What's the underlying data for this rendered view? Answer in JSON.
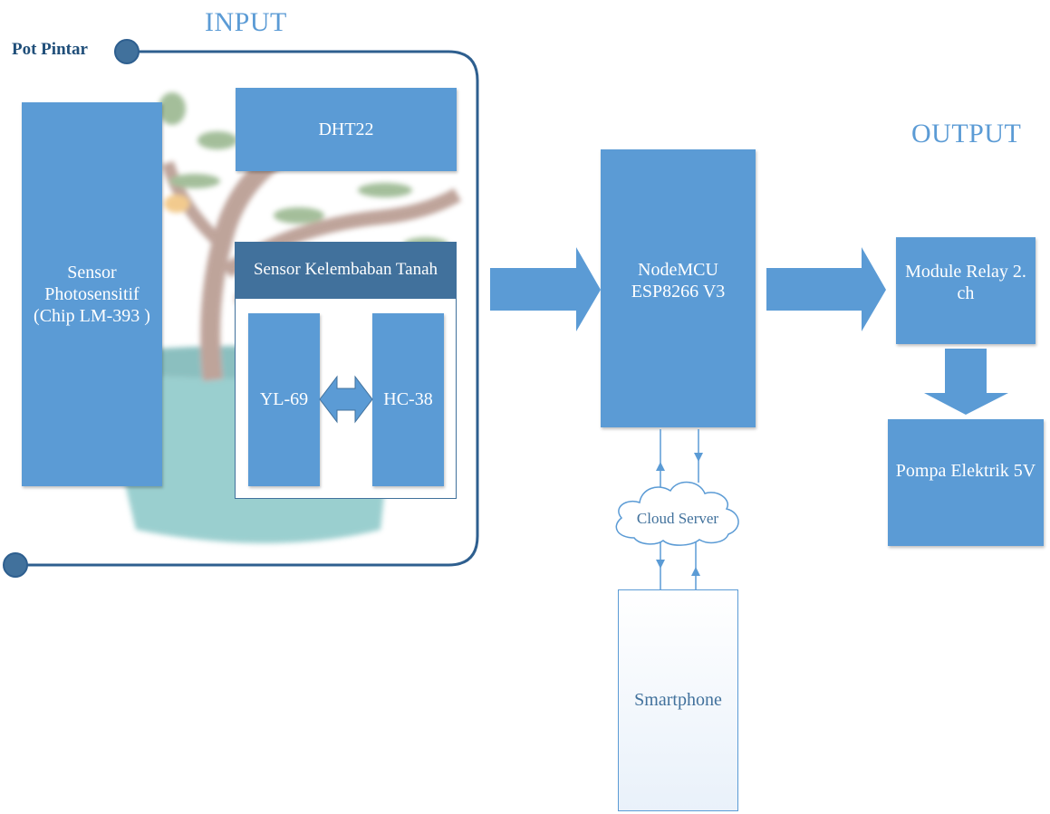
{
  "headings": {
    "input": "INPUT",
    "output": "OUTPUT"
  },
  "pot": {
    "label": "Pot Pintar"
  },
  "blocks": {
    "photosensor": "Sensor Photosensitif (Chip LM-393 )",
    "dht22": "DHT22",
    "soil_sensor_title": "Sensor Kelembaban Tanah",
    "yl69": "YL-69",
    "hc38": "HC-38",
    "nodemcu": "NodeMCU ESP8266 V3",
    "relay": "Module Relay 2. ch",
    "pump": "Pompa Elektrik 5V",
    "cloud": "Cloud Server",
    "smartphone": "Smartphone"
  },
  "colors": {
    "accent": "#5b9bd5",
    "dark_accent": "#41719c",
    "pot_outline": "#2e5f8f",
    "pot_title": "#1f4e79"
  }
}
